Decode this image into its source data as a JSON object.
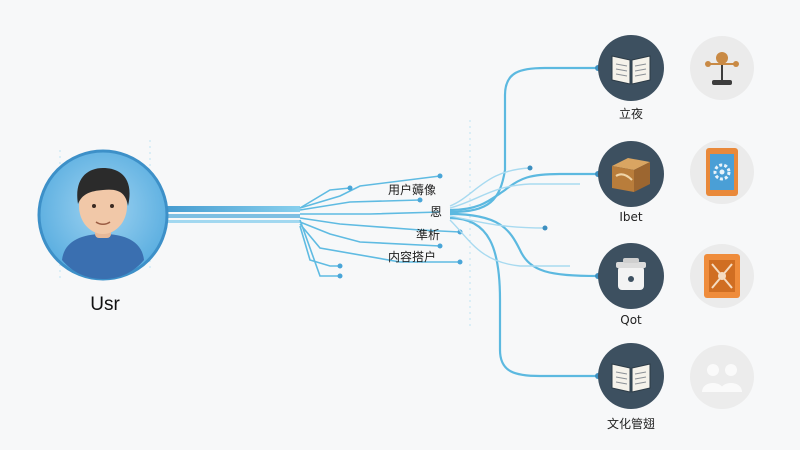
{
  "user": {
    "label": "Usr"
  },
  "middle_labels": [
    {
      "text": "用户薅像"
    },
    {
      "text": "恩"
    },
    {
      "text": "準析"
    },
    {
      "text": "内容搭户"
    }
  ],
  "nodes": [
    {
      "label": "立夜",
      "icon": "open-book-icon",
      "side_icon": "network-figure-icon"
    },
    {
      "label": "Ibet",
      "icon": "treasure-chest-icon",
      "side_icon": "gear-panel-icon"
    },
    {
      "label": "Qot",
      "icon": "canister-icon",
      "side_icon": "chip-board-icon"
    },
    {
      "label": "文化管翅",
      "icon": "open-book-icon",
      "side_icon": "people-silhouette-icon"
    }
  ],
  "colors": {
    "line": "#56b8df",
    "line_light": "#9fd6ee",
    "node_fill": "#3d5060",
    "user_ring": "#4a9fd6",
    "user_fill": "#7cc0e8"
  }
}
